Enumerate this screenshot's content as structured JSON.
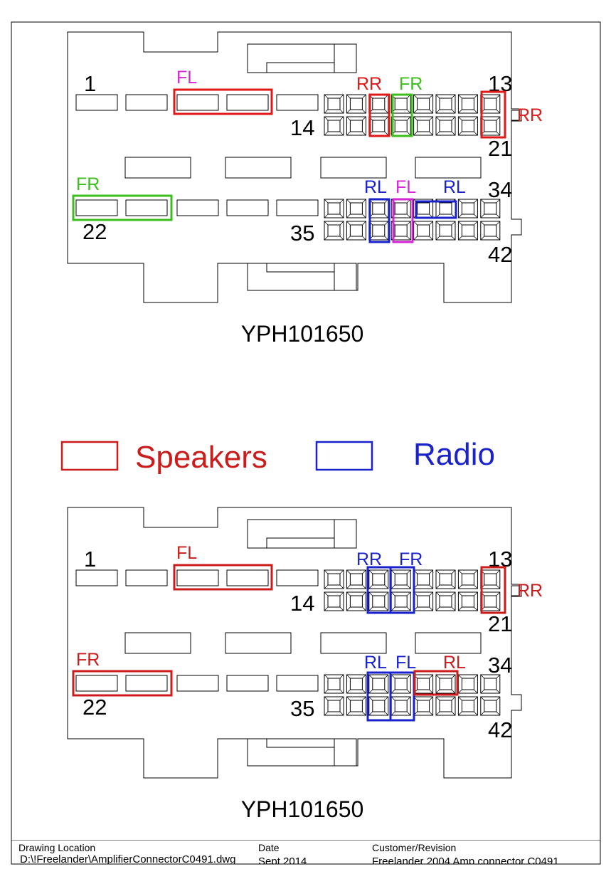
{
  "diagrams": [
    {
      "part_number": "YPH101650",
      "pin_numbers": [
        "1",
        "13",
        "14",
        "21",
        "22",
        "34",
        "35",
        "42"
      ],
      "labels": [
        {
          "id": "fl-top",
          "text": "FL",
          "color": "#d526d5"
        },
        {
          "id": "rr-top",
          "text": "RR",
          "color": "#e01818"
        },
        {
          "id": "fr-top",
          "text": "FR",
          "color": "#3cbe1c"
        },
        {
          "id": "rr-right",
          "text": "RR",
          "color": "#e01818"
        },
        {
          "id": "fr-left",
          "text": "FR",
          "color": "#3cbe1c"
        },
        {
          "id": "rl-bot1",
          "text": "RL",
          "color": "#1a22cc"
        },
        {
          "id": "fl-bot",
          "text": "FL",
          "color": "#d526d5"
        },
        {
          "id": "rl-bot2",
          "text": "RL",
          "color": "#1a22cc"
        }
      ]
    },
    {
      "part_number": "YPH101650",
      "pin_numbers": [
        "1",
        "13",
        "14",
        "21",
        "22",
        "34",
        "35",
        "42"
      ],
      "labels": [
        {
          "id": "fl-top",
          "text": "FL",
          "color": "#cc1b1b"
        },
        {
          "id": "rr-top",
          "text": "RR",
          "color": "#1a22cc"
        },
        {
          "id": "fr-top",
          "text": "FR",
          "color": "#1a22cc"
        },
        {
          "id": "rr-right",
          "text": "RR",
          "color": "#cc1b1b"
        },
        {
          "id": "fr-left",
          "text": "FR",
          "color": "#cc1b1b"
        },
        {
          "id": "rl-bot1",
          "text": "RL",
          "color": "#1a22cc"
        },
        {
          "id": "fl-bot",
          "text": "FL",
          "color": "#1a22cc"
        },
        {
          "id": "rl-bot2",
          "text": "RL",
          "color": "#cc1b1b"
        }
      ]
    }
  ],
  "legend": {
    "speakers": {
      "text": "Speakers",
      "color": "#cc1b1b"
    },
    "radio": {
      "text": "Radio",
      "color": "#1a22cc"
    }
  },
  "title_block": {
    "drawing_location_label": "Drawing Location",
    "drawing_location_value": "D:\\!Freelander\\AmplifierConnectorC0491.dwg",
    "date_label": "Date",
    "date_value": "Sept 2014",
    "customer_label": "Customer/Revision",
    "customer_value": "Freelander 2004 Amp connector C0491"
  }
}
